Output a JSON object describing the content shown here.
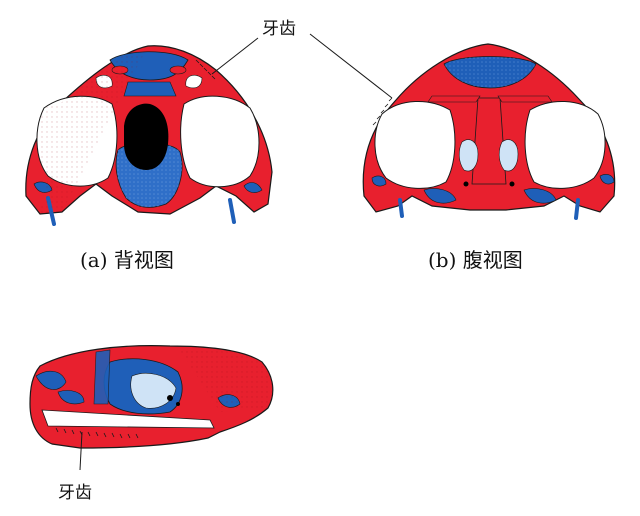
{
  "labels": {
    "teeth_top": "牙齿",
    "teeth_bottom": "牙齿",
    "caption_a": "(a) 背视图",
    "caption_b": "(b) 腹视图"
  },
  "colors": {
    "bone_red": "#e8202e",
    "bone_blue": "#1f5fb8",
    "cartilage_light": "#cfe3f6",
    "outline": "#1a1a1a",
    "background": "#ffffff"
  }
}
